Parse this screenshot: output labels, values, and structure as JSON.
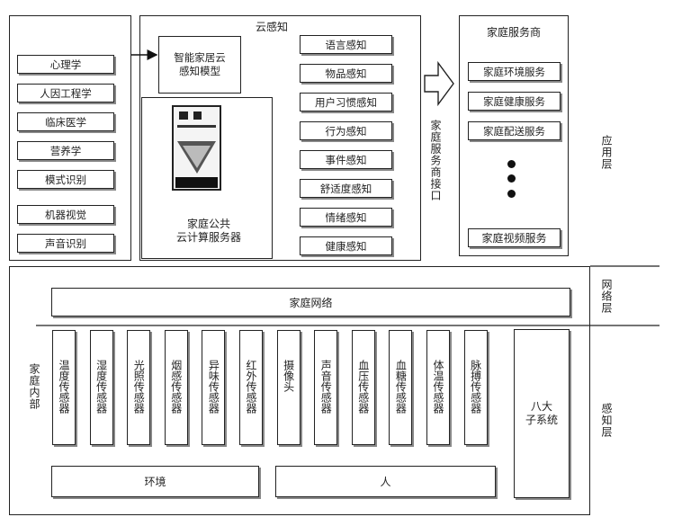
{
  "disciplines": [
    "心理学",
    "人因工程学",
    "临床医学",
    "营养学",
    "模式识别",
    "机器视觉",
    "声音识别"
  ],
  "cloud": {
    "title": "云感知",
    "model_label": "智能家居云\n感知模型",
    "server_label": "家庭公共\n云计算服务器",
    "perceptions": [
      "语言感知",
      "物品感知",
      "用户习惯感知",
      "行为感知",
      "事件感知",
      "舒适度感知",
      "情绪感知",
      "健康感知"
    ]
  },
  "interface_label": "家庭服务商接口",
  "provider": {
    "title": "家庭服务商",
    "services": [
      "家庭环境服务",
      "家庭健康服务",
      "家庭配送服务"
    ],
    "last_service": "家庭视频服务"
  },
  "layers": {
    "application": "应用层",
    "network": "网络层",
    "perception": "感知层"
  },
  "network_label": "家庭网络",
  "home_interior_label": "家庭内部",
  "sensors": [
    "温度传感器",
    "湿度传感器",
    "光照传感器",
    "烟感传感器",
    "异味传感器",
    "红外传感器",
    "摄像头",
    "声音传感器",
    "血压传感器",
    "血糖传感器",
    "体温传感器",
    "脉搏传感器"
  ],
  "subsystems_label": "八大\n子系统",
  "bottom": {
    "environment": "环境",
    "person": "人"
  }
}
